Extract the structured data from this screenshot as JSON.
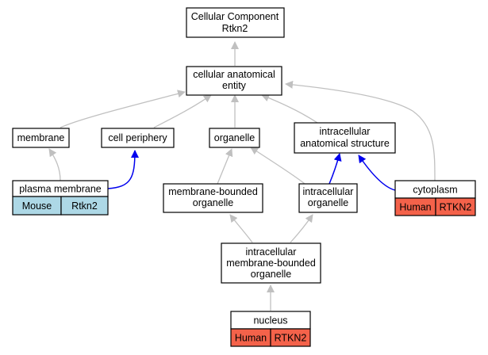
{
  "nodes": {
    "root": {
      "line1": "Cellular Component",
      "line2": "Rtkn2"
    },
    "cae": {
      "line1": "cellular anatomical",
      "line2": "entity"
    },
    "membrane": {
      "label": "membrane"
    },
    "cell_periphery": {
      "label": "cell periphery"
    },
    "organelle": {
      "label": "organelle"
    },
    "ias": {
      "line1": "intracellular",
      "line2": "anatomical structure"
    },
    "plasma_membrane": {
      "label": "plasma membrane",
      "species": "Mouse",
      "gene": "Rtkn2"
    },
    "mbo": {
      "line1": "membrane-bounded",
      "line2": "organelle"
    },
    "io": {
      "line1": "intracellular",
      "line2": "organelle"
    },
    "cytoplasm": {
      "label": "cytoplasm",
      "species": "Human",
      "gene": "RTKN2"
    },
    "imbo": {
      "line1": "intracellular",
      "line2": "membrane-bounded",
      "line3": "organelle"
    },
    "nucleus": {
      "label": "nucleus",
      "species": "Human",
      "gene": "RTKN2"
    }
  },
  "colors": {
    "mouse_fill": "#add8e6",
    "human_fill": "#f4624a",
    "is_a_edge": "#c0c0c0",
    "part_of_edge": "#0000ee"
  }
}
